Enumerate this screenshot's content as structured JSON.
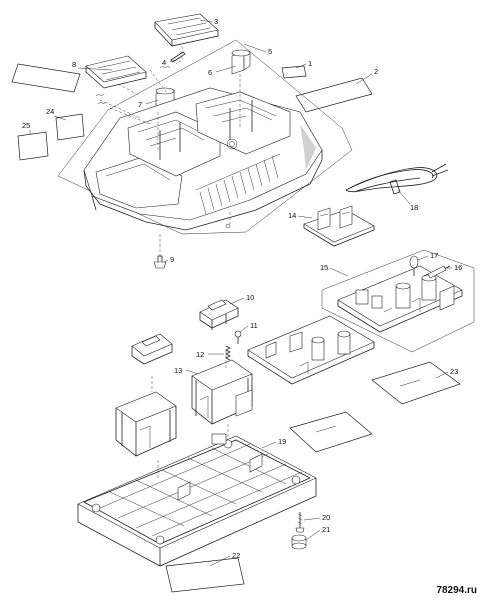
{
  "parts": [
    {
      "id": "p1",
      "num": "1"
    },
    {
      "id": "p2",
      "num": "2"
    },
    {
      "id": "p3",
      "num": "3"
    },
    {
      "id": "p4",
      "num": "4"
    },
    {
      "id": "p5",
      "num": "5"
    },
    {
      "id": "p6",
      "num": "6"
    },
    {
      "id": "p7",
      "num": "7"
    },
    {
      "id": "p8",
      "num": "8"
    },
    {
      "id": "p9",
      "num": "9"
    },
    {
      "id": "p10",
      "num": "10"
    },
    {
      "id": "p11",
      "num": "11"
    },
    {
      "id": "p12",
      "num": "12"
    },
    {
      "id": "p13",
      "num": "13"
    },
    {
      "id": "p14",
      "num": "14"
    },
    {
      "id": "p15",
      "num": "15"
    },
    {
      "id": "p16",
      "num": "16"
    },
    {
      "id": "p17",
      "num": "17"
    },
    {
      "id": "p18",
      "num": "18"
    },
    {
      "id": "p19",
      "num": "19"
    },
    {
      "id": "p20",
      "num": "20"
    },
    {
      "id": "p21",
      "num": "21"
    },
    {
      "id": "p22",
      "num": "22"
    },
    {
      "id": "p23",
      "num": "23"
    },
    {
      "id": "p24",
      "num": "24"
    },
    {
      "id": "p25",
      "num": "25"
    }
  ],
  "watermark": "78294.ru"
}
